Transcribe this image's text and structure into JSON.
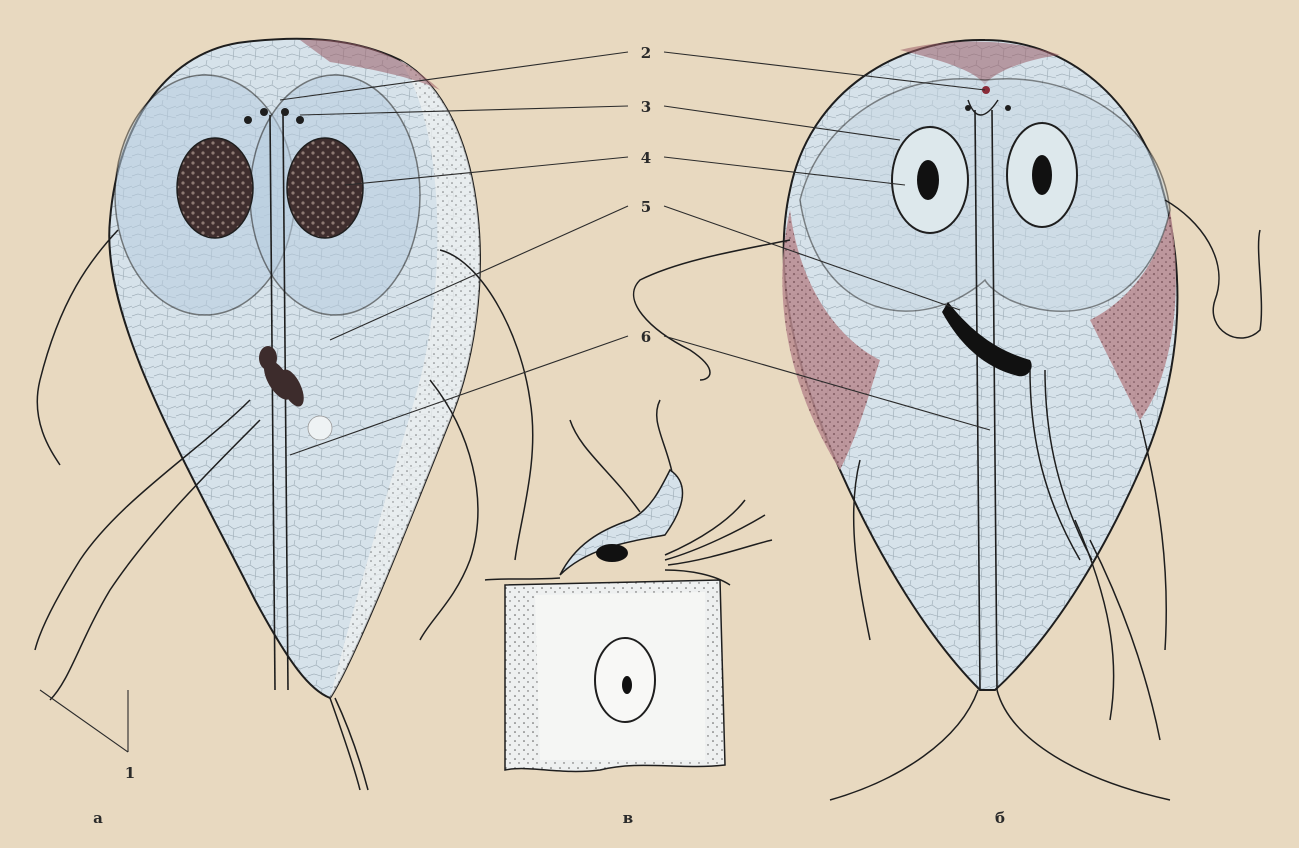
{
  "callouts": [
    "2",
    "3",
    "4",
    "5",
    "6"
  ],
  "flagella_label": "1",
  "panels": {
    "a": "а",
    "b": "б",
    "c": "в"
  },
  "colors": {
    "paper": "#e8d9c0",
    "cytoplasm": "#cfdde6",
    "nucleus": "#4a3636",
    "disc_pink": "#a8707a",
    "ink": "#1e1e1e"
  }
}
